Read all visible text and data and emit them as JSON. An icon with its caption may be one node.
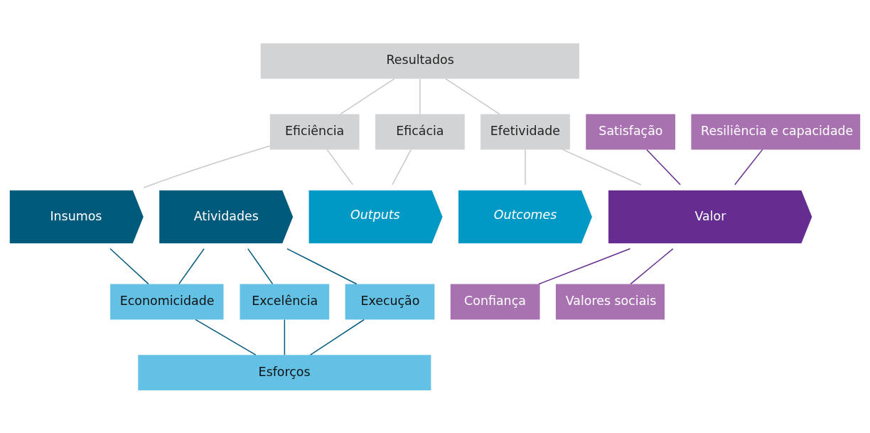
{
  "diagram": {
    "nodes": [
      {
        "text": [
          "Resultados"
        ]
      },
      {
        "text": [
          "Eficiência"
        ]
      },
      {
        "text": [
          "Eficácia"
        ]
      },
      {
        "text": [
          "Efetividade"
        ]
      },
      {
        "text": [
          "Satisfação"
        ]
      },
      {
        "text": [
          "Resiliência e capacidade"
        ]
      },
      {
        "text": [
          "Insumos"
        ]
      },
      {
        "text": [
          "Atividades"
        ]
      },
      {
        "text": [
          "Outputs"
        ]
      },
      {
        "text": [
          "Outcomes"
        ]
      },
      {
        "text": [
          "Valor"
        ]
      },
      {
        "text": [
          "Economicidade"
        ]
      },
      {
        "text": [
          "Excelência"
        ]
      },
      {
        "text": [
          "Execução"
        ]
      },
      {
        "text": [
          "Confiança"
        ]
      },
      {
        "text": [
          "Valores sociais"
        ]
      },
      {
        "text": [
          "Esforços"
        ]
      }
    ],
    "edges": [
      {
        "from": 0,
        "to": 1,
        "arrow": "none"
      },
      {
        "from": 0,
        "to": 2,
        "arrow": "none"
      },
      {
        "from": 0,
        "to": 3,
        "arrow": "none"
      },
      {
        "from": 1,
        "to": 6,
        "arrow": "none"
      },
      {
        "from": 1,
        "to": 8,
        "arrow": "none"
      },
      {
        "from": 2,
        "to": 8,
        "arrow": "none"
      },
      {
        "from": 3,
        "to": 9,
        "arrow": "none"
      },
      {
        "from": 3,
        "to": 10,
        "arrow": "none"
      },
      {
        "from": 4,
        "to": 10,
        "arrow": "none",
        "color": "#662d91"
      },
      {
        "from": 5,
        "to": 10,
        "arrow": "none",
        "color": "#662d91"
      },
      {
        "from": 6,
        "to": 11,
        "arrow": "none",
        "color": "#005a7c"
      },
      {
        "from": 7,
        "to": 11,
        "arrow": "none",
        "color": "#005a7c"
      },
      {
        "from": 7,
        "to": 12,
        "arrow": "none",
        "color": "#005a7c"
      },
      {
        "from": 7,
        "to": 13,
        "arrow": "none",
        "color": "#005a7c"
      },
      {
        "from": 10,
        "to": 14,
        "arrow": "none",
        "color": "#662d91"
      },
      {
        "from": 10,
        "to": 15,
        "arrow": "none",
        "color": "#662d91"
      },
      {
        "from": 11,
        "to": 16,
        "arrow": "none",
        "color": "#005a7c"
      },
      {
        "from": 12,
        "to": 16,
        "arrow": "none",
        "color": "#005a7c"
      },
      {
        "from": 13,
        "to": 16,
        "arrow": "none",
        "color": "#005a7c"
      }
    ]
  }
}
